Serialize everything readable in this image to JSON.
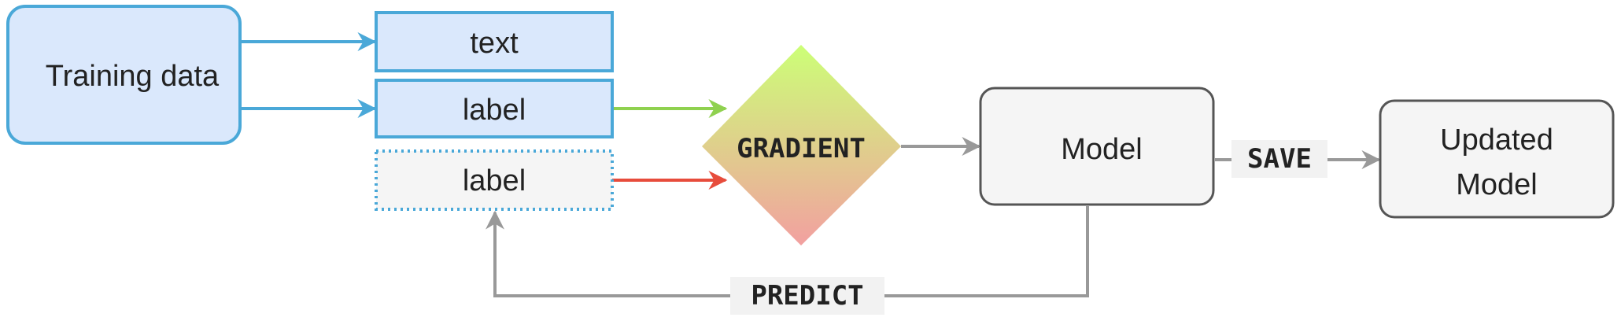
{
  "nodes": {
    "training_data": "Training data",
    "text_field": "text",
    "label_field": "label",
    "predicted_label": "label",
    "gradient": "GRADIENT",
    "model": "Model",
    "updated_model_line1": "Updated",
    "updated_model_line2": "Model"
  },
  "edges": {
    "save": "SAVE",
    "predict": "PREDICT"
  },
  "colors": {
    "blue_stroke": "#4aa8d8",
    "blue_fill": "#dae8fc",
    "grey_stroke": "#555555",
    "grey_fill": "#f5f5f5",
    "arrow_grey": "#999999",
    "arrow_green": "#8fd14f",
    "arrow_red": "#e74c3c",
    "gradient_top": "#ccff77",
    "gradient_bottom": "#f2a0a0"
  }
}
